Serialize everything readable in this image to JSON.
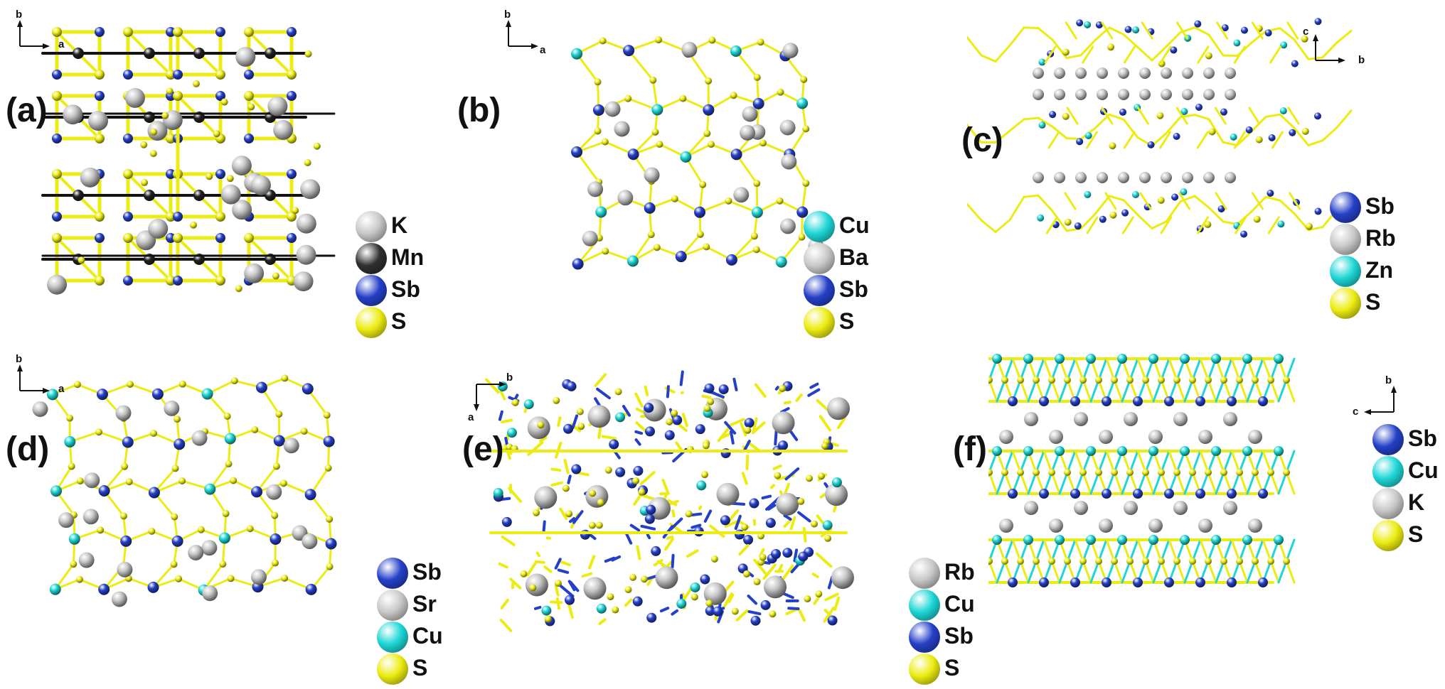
{
  "figure": {
    "panels": [
      {
        "label": "(a)",
        "axes": {
          "vertical": "b",
          "horizontal": "a"
        },
        "legend": [
          {
            "symbol": "K",
            "color": "#c8c8c8"
          },
          {
            "symbol": "Mn",
            "color": "#303030"
          },
          {
            "symbol": "Sb",
            "color": "#2540c8"
          },
          {
            "symbol": "S",
            "color": "#ecec12"
          }
        ]
      },
      {
        "label": "(b)",
        "axes": {
          "vertical": "b",
          "horizontal": "a"
        },
        "legend": [
          {
            "symbol": "Cu",
            "color": "#1ed6d6"
          },
          {
            "symbol": "Ba",
            "color": "#c8c8c8"
          },
          {
            "symbol": "Sb",
            "color": "#2540c8"
          },
          {
            "symbol": "S",
            "color": "#ecec12"
          }
        ]
      },
      {
        "label": "(c)",
        "axes": {
          "vertical": "c",
          "horizontal": "b"
        },
        "legend": [
          {
            "symbol": "Sb",
            "color": "#2540c8"
          },
          {
            "symbol": "Rb",
            "color": "#c8c8c8"
          },
          {
            "symbol": "Zn",
            "color": "#1ed6d6"
          },
          {
            "symbol": "S",
            "color": "#ecec12"
          }
        ]
      },
      {
        "label": "(d)",
        "axes": {
          "vertical": "b",
          "horizontal": "a"
        },
        "legend": [
          {
            "symbol": "Sb",
            "color": "#2540c8"
          },
          {
            "symbol": "Sr",
            "color": "#c8c8c8"
          },
          {
            "symbol": "Cu",
            "color": "#1ed6d6"
          },
          {
            "symbol": "S",
            "color": "#ecec12"
          }
        ]
      },
      {
        "label": "(e)",
        "axes": {
          "horizontal": "b",
          "vertical": "a"
        },
        "legend": [
          {
            "symbol": "Rb",
            "color": "#c8c8c8"
          },
          {
            "symbol": "Cu",
            "color": "#1ed6d6"
          },
          {
            "symbol": "Sb",
            "color": "#2540c8"
          },
          {
            "symbol": "S",
            "color": "#ecec12"
          }
        ]
      },
      {
        "label": "(f)",
        "axes": {
          "vertical": "b",
          "horizontal": "c"
        },
        "legend": [
          {
            "symbol": "Sb",
            "color": "#2540c8"
          },
          {
            "symbol": "Cu",
            "color": "#1ed6d6"
          },
          {
            "symbol": "K",
            "color": "#c8c8c8"
          },
          {
            "symbol": "S",
            "color": "#ecec12"
          }
        ]
      }
    ]
  }
}
